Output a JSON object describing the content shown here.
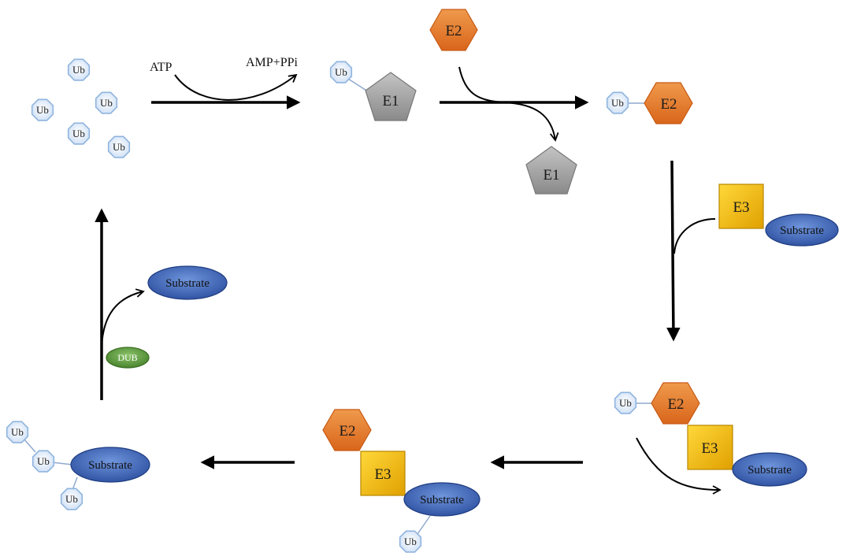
{
  "labels": {
    "ub": "Ub",
    "e1": "E1",
    "e2": "E2",
    "e3": "E3",
    "substrate": "Substrate",
    "dub": "DUB",
    "atp": "ATP",
    "amp_ppi": "AMP+PPi"
  },
  "colors": {
    "arrow": "#000000",
    "ub_fill": "#e4effb",
    "ub_stroke": "#8fb4de",
    "e1_fill": "#9a9a9a",
    "e2_fill": "#e57828",
    "e3_fill": "#f0b800",
    "substrate_fill": "#3f68bd",
    "dub_fill": "#5a9a3a",
    "linker": "#8fa9cf"
  },
  "icons": {
    "ubiquitin": "octagon",
    "e1": "pentagon",
    "e2": "hexagon",
    "e3": "square",
    "substrate": "ellipse",
    "dub": "ellipse"
  }
}
